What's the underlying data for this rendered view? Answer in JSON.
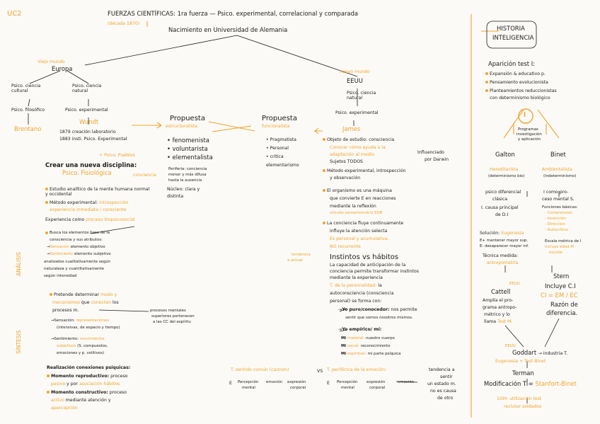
{
  "unit": "UC2",
  "header": {
    "title": "FUERZAS CIENTÍFICAS: 1ra fuerza — Psico. experimental, correlacional y comparada",
    "decade": "(década 1870)",
    "birth": "Nacimiento en Universidad de Alemania"
  },
  "europe": {
    "old_world": "Viejo mundo",
    "label": "Europa",
    "culture": "Psico. ciencia cultural",
    "natural": "Psico. ciencia natural",
    "philo": "Psico. filosófico",
    "exp": "Psico. experimental",
    "brentano": "Brentano",
    "wundt": "Wundt",
    "lab": "1879 creación laboratorio",
    "inst": "1883 insti. Psico. Experimental",
    "pueblos": "+ Psico. Pueblos",
    "discipline": "Crear una nueva disciplina:",
    "physio": "Psico. Fisiológica",
    "conciencia": "conciencia",
    "b1": "Estudio analítico de la mente humana normal y occidental",
    "b2a": "Método experimental:",
    "b2b": "introspección",
    "b2c": "experiencia inmediata / consciente",
    "b3a": "Experiencia como",
    "b3b": "proceso biopsicosocial"
  },
  "analysis": {
    "tag": "ANÁLISIS",
    "l1": "Busca los elementos base de la",
    "l2": "consciencia y sus atributos:",
    "l3a": "Sensación",
    "l3b": "elemento objetivo",
    "l4a": "Sentimiento",
    "l4b": "elemento subjetivo",
    "l5": "analizados cualitativamente según",
    "l6": "naturaleza y cuantitativamente",
    "l7": "según intensidad"
  },
  "synthesis": {
    "tag": "SÍNTESIS",
    "l1a": "Pretende determinar",
    "l1b": "modo y",
    "l2a": "mecanismos",
    "l2b": "que",
    "l2c": "conectan",
    "l2d": "los",
    "l3": "procesos m.",
    "side1": "procesos mentales",
    "side2": "superiores pertenecen",
    "side3": "a las CC del espíritu",
    "l4a": "Sensación:",
    "l4b": "representaciones",
    "l5": "(intensivas, de espacio y tiempo)",
    "l6a": "Sentimiento:",
    "l6b": "movimientos",
    "l7a": "subjetivos",
    "l7b": "(S. compuestos,",
    "l8": "emociones y p. volitivos)"
  },
  "realization": {
    "title": "Realización conexiones psíquicas:",
    "r1a": "Momento reproductivo:",
    "r1b": "proceso",
    "r2a": "pasivo",
    "r2b": "y por",
    "r2c": "asociación hábitos",
    "r3a": "Momento constructivo:",
    "r3b": "proceso",
    "r4a": "activo",
    "r4b": "mediante atención y",
    "r5": "apercepción"
  },
  "structural": {
    "title": "Propuesta",
    "sub": "estructuralista",
    "i1": "fenomenista",
    "i2": "voluntarista",
    "i3": "elementalista",
    "p1": "Periferia: conciencia",
    "p2": "menor y más difusa",
    "p3": "hasta la ausencia",
    "n1": "Núcleo: clara y",
    "n2": "distinta"
  },
  "functional": {
    "title": "Propuesta",
    "sub": "funcionalista",
    "i1": "Pragmatista",
    "i2": "Personal",
    "i3": "crítica",
    "i4": "elementarismo"
  },
  "usa": {
    "new_world": "nuevo mundo",
    "label": "EEUU",
    "natural": "Psico. ciencia natural",
    "exp": "Psico. experimental",
    "james": "James",
    "o1": "Objeto de estudio: consciencia",
    "o2": "Conocer cómo ayuda a la",
    "o3": "adaptación al medio",
    "o4": "Sujetos TODOS",
    "darwin1": "Influenciado",
    "darwin2": "por Darwin",
    "m1": "Método experimental, introspección",
    "m2": "y observación",
    "g1": "El organismo es una máquina",
    "g2": "que convierte E en reacciones",
    "g3": "mediante la reflexión",
    "g4": "circuito sensoriomotriz EOR",
    "c1": "La conciencia fluye continuamente",
    "c2": "influye la atención selecta",
    "c3": "Es personal y acumulativa,",
    "c4": "NO recurrente",
    "tend1": "tendencia",
    "tend2": "a actuar",
    "inst": "Instintos vs hábitos",
    "i1": "La capacidad de anticipación de la",
    "i2": "conciencia permite transformar instintos",
    "i3": "mediante la experiencia",
    "p1": "T. de la personalidad:",
    "p1b": "la",
    "p2": "autoconsciencia (consciencia",
    "p3": "personal) se forma con:",
    "y1": "Yo puro/conocedor:",
    "y1b": "nos permite",
    "y2": "sentir que somos nosotros mismos.",
    "y3": "Yo empírico/ mí:",
    "m_mat": "material:",
    "m_mat2": "nuestro cuerpo",
    "m_soc": "social:",
    "m_soc2": "reconocimiento",
    "m_esp": "espiritual:",
    "m_esp2": "mi parte psíquica",
    "mi": "Mi"
  },
  "emotion": {
    "common": "T. sentido común (cannon)",
    "vs": "VS",
    "peri": "T. periférica de la emoción:",
    "e": "E",
    "percep": "Percepción",
    "mental": "mental",
    "emo": "emoción",
    "expr": "expresión",
    "corp": "corporal",
    "tend1": "tendencia a",
    "tend2": "sentir",
    "tend3": "un estado m.",
    "tend4": "no es causa",
    "tend5": "de otro"
  },
  "history": {
    "title1": "HISTORIA",
    "title2": "INTELIGENCIA",
    "test": "Aparición test I:",
    "h1": "Expansión & educativo p.",
    "h2": "Pensamiento evolucionista",
    "h3": "Planteamientos reduccionistas",
    "h3b": "con determinismo biológico",
    "big_i": "I",
    "prog1": "Programas",
    "prog2": "investigación",
    "prog3": "y aplicación",
    "galton": "Galton",
    "binet": "Binet",
    "hered": "Hereditarista",
    "hered2": "(determinismo bio)",
    "amb": "Ambientalista",
    "amb2": "(indeterminismo)",
    "g1": "psico diferencial",
    "g2": "clásica",
    "g3": "I. causa principal",
    "g4": "de D.I",
    "b1": "I como pro-",
    "b2": "ceso mental S.",
    "b3": "Funciones básicas:",
    "b4": "- Comprensión",
    "b5": "- Invención",
    "b6": "- Dirección",
    "b7": "- Autocrítica",
    "sol": "Solución:",
    "sol2": "Eugenesia",
    "sol3": "E+ mantener mayor sup.",
    "sol4": "E- desaparecer mayor inf.",
    "tec": "Técnica medida:",
    "tec2": "antropometría",
    "esc1": "Escala métrica de I",
    "esc2": "Incluye edad M",
    "esc3": "escolar",
    "eeuu": "EEUU",
    "cattell": "Cattell",
    "c1": "Amplía el pro-",
    "c2": "grama antropo-",
    "c3": "métrico y lo",
    "c4": "llama",
    "c4b": "Test M.",
    "stern": "Stern",
    "s1": "Incluye C.I",
    "s2": "CI = EM / EC",
    "s3": "Razón de",
    "s4": "diferencia.",
    "eeuu2": "EEUU",
    "goddard": "Goddart",
    "goddard2": "→ industria T.",
    "eug": "Eugenesia + Test Binet",
    "terman": "Terman",
    "mod": "Modificación T =",
    "mod2": "Stanfort-Binet",
    "last1": "1GM: utilización test",
    "last2": "reclutar soldados"
  }
}
